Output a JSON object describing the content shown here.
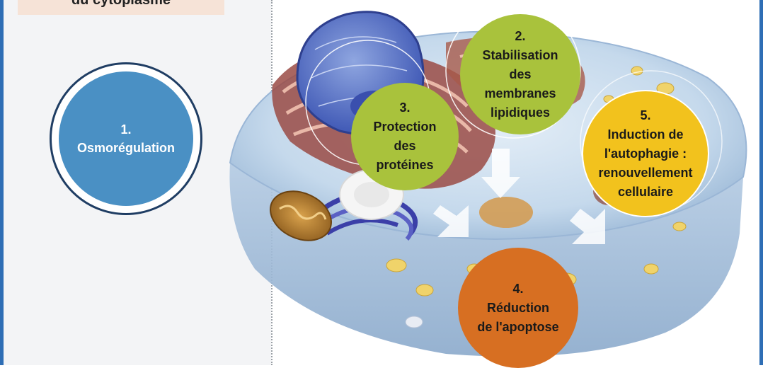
{
  "header": {
    "title": "du cytoplasme"
  },
  "circles": {
    "osmo": {
      "number": "1.",
      "label": "Osmorégulation"
    },
    "stabilisation": {
      "number": "2.",
      "lines": [
        "Stabilisation",
        "des",
        "membranes",
        "lipidiques"
      ]
    },
    "protection": {
      "number": "3.",
      "lines": [
        "Protection",
        "des",
        "protéines"
      ]
    },
    "apoptose": {
      "number": "4.",
      "lines": [
        "Réduction",
        "de l'apoptose"
      ]
    },
    "autophagie": {
      "number": "5.",
      "lines": [
        "Induction de",
        "l'autophagie :",
        "renouvellement",
        "cellulaire"
      ]
    }
  },
  "colors": {
    "frame": "#2e6eb5",
    "osmo": "#4a90c4",
    "green": "#a9c23c",
    "yellow": "#f2c21d",
    "orange": "#d76f22",
    "header_bg": "#f6e3d7"
  },
  "illustration": {
    "name": "animal-cell-cutaway"
  }
}
